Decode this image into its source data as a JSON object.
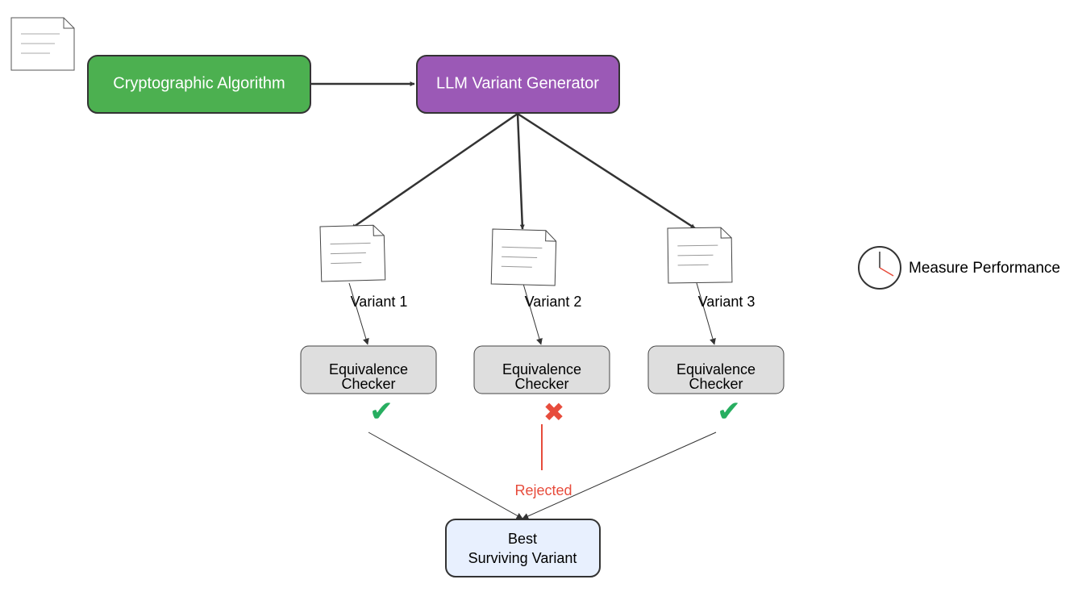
{
  "nodes": {
    "source": "Cryptographic Algorithm",
    "generator": "LLM Variant Generator",
    "variants": [
      "Variant 1",
      "Variant 2",
      "Variant 3"
    ],
    "checker_line1": "Equivalence",
    "checker_line2": "Checker",
    "best_line1": "Best",
    "best_line2": "Surviving Variant"
  },
  "results": {
    "pass_mark": "✔",
    "fail_mark": "✖",
    "rejected": "Rejected"
  },
  "legend": {
    "measure": "Measure Performance"
  },
  "colors": {
    "source_fill": "#4cb050",
    "generator_fill": "#9b59b6",
    "checker_fill": "#dedede",
    "best_fill": "#e8f0fe",
    "pass": "#27ae60",
    "fail": "#e74c3c"
  },
  "icons": [
    "document-icon",
    "clock-icon",
    "check-icon",
    "cross-icon"
  ]
}
